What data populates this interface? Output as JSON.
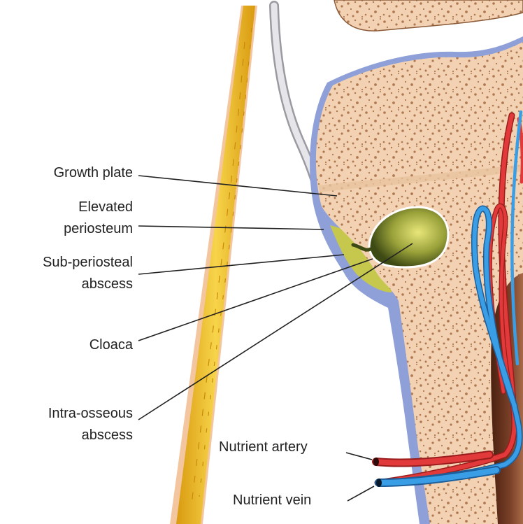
{
  "labels": {
    "growth_plate": "Growth plate",
    "elevated_periosteum": [
      "Elevated",
      "periosteum"
    ],
    "sub_periosteal_abscess": [
      "Sub-periosteal",
      "abscess"
    ],
    "cloaca": "Cloaca",
    "intra_osseous_abscess": [
      "Intra-osseous",
      "abscess"
    ],
    "nutrient_artery": "Nutrient artery",
    "nutrient_vein": "Nutrient vein"
  },
  "colors": {
    "bone_fill": "#f2d2b3",
    "bone_pore": "#b07850",
    "periosteum": "#8fa0d8",
    "abscess": "#c8cc55",
    "abscess_dark": "#3e4a14",
    "marrow": "#6b3520",
    "artery": "#e23a3a",
    "vein": "#3a9ee6",
    "skin_edge": "#f0b890",
    "fat": "#f2c227",
    "tendon": "#c8c8cc",
    "leader_line": "#222222",
    "label_text": "#222222"
  }
}
